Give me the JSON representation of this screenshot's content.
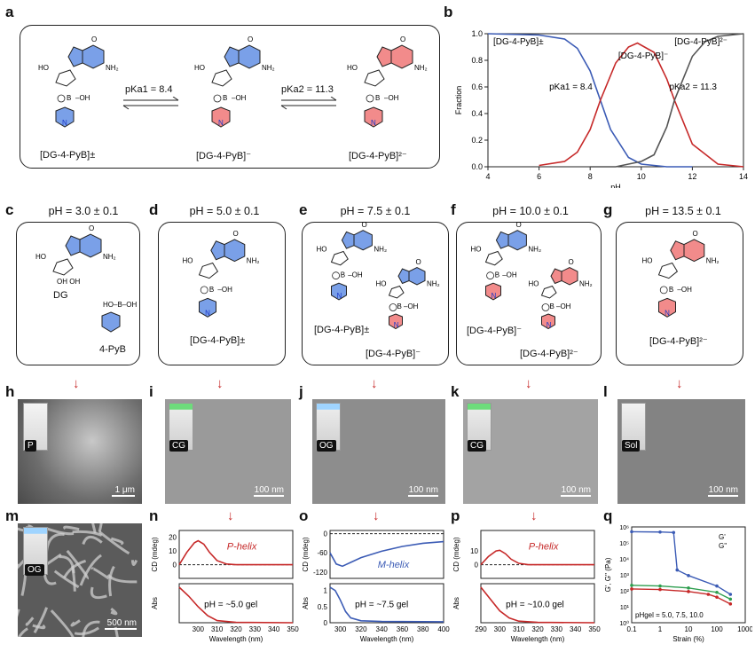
{
  "panel_labels": {
    "a": "a",
    "b": "b",
    "c": "c",
    "d": "d",
    "e": "e",
    "f": "f",
    "g": "g",
    "h": "h",
    "i": "i",
    "j": "j",
    "k": "k",
    "l": "l",
    "m": "m",
    "n": "n",
    "o": "o",
    "p": "p",
    "q": "q"
  },
  "scheme_a": {
    "species": [
      "[DG-4-PyB]±",
      "[DG-4-PyB]⁻",
      "[DG-4-PyB]²⁻"
    ],
    "pka1": "pKa1 = 8.4",
    "pka2": "pKa2 = 11.3"
  },
  "chart_b": {
    "xlabel": "pH",
    "ylabel": "Fraction",
    "xticks": [
      "4",
      "6",
      "8",
      "10",
      "12",
      "14"
    ],
    "yticks": [
      "0.0",
      "0.2",
      "0.4",
      "0.6",
      "0.8",
      "1.0"
    ],
    "labels": {
      "zwitter": "[DG-4-PyB]±",
      "mono": "[DG-4-PyB]⁻",
      "di": "[DG-4-PyB]²⁻",
      "pka1": "pKa1 = 8.4",
      "pka2": "pKa2 = 11.3"
    }
  },
  "ph_titles": [
    "pH = 3.0 ± 0.1",
    "pH = 5.0 ± 0.1",
    "pH = 7.5 ± 0.1",
    "pH = 10.0 ± 0.1",
    "pH = 13.5 ± 0.1"
  ],
  "species_labels": {
    "c": [
      "DG",
      "4-PyB"
    ],
    "d": [
      "[DG-4-PyB]±"
    ],
    "e": [
      "[DG-4-PyB]±",
      "[DG-4-PyB]⁻"
    ],
    "f": [
      "[DG-4-PyB]⁻",
      "[DG-4-PyB]²⁻"
    ],
    "g": [
      "[DG-4-PyB]²⁻"
    ]
  },
  "images": {
    "h": {
      "vial": "P",
      "scale": "1 μm"
    },
    "i": {
      "vial": "CG",
      "scale": "100 nm"
    },
    "j": {
      "vial": "OG",
      "scale": "100 nm"
    },
    "k": {
      "vial": "CG",
      "scale": "100 nm"
    },
    "l": {
      "vial": "Sol",
      "scale": "100 nm"
    },
    "m": {
      "vial": "OG",
      "scale": "500 nm"
    }
  },
  "colors": {
    "red": "#c62828",
    "blue": "#3b5bb5",
    "gray": "#555555"
  },
  "chart_data": [
    {
      "type": "line",
      "panel": "b",
      "xlabel": "pH",
      "ylabel": "Fraction",
      "xlim": [
        4,
        14
      ],
      "ylim": [
        0,
        1.0
      ],
      "series": [
        {
          "name": "[DG-4-PyB]±",
          "x": [
            4,
            6,
            7,
            7.5,
            8,
            8.4,
            8.8,
            9.5,
            10,
            11,
            12
          ],
          "y": [
            1.0,
            0.99,
            0.96,
            0.89,
            0.72,
            0.5,
            0.28,
            0.07,
            0.02,
            0.0,
            0.0
          ]
        },
        {
          "name": "[DG-4-PyB]⁻",
          "x": [
            6,
            7,
            7.5,
            8,
            8.4,
            9,
            9.5,
            9.85,
            10.5,
            11,
            11.3,
            12,
            13,
            14
          ],
          "y": [
            0.01,
            0.04,
            0.11,
            0.28,
            0.5,
            0.78,
            0.9,
            0.93,
            0.86,
            0.66,
            0.5,
            0.17,
            0.02,
            0.0
          ]
        },
        {
          "name": "[DG-4-PyB]²⁻",
          "x": [
            8,
            9,
            10,
            10.5,
            11,
            11.3,
            12,
            12.5,
            13,
            14
          ],
          "y": [
            0.0,
            0.0,
            0.04,
            0.09,
            0.3,
            0.5,
            0.83,
            0.94,
            0.98,
            1.0
          ]
        }
      ]
    },
    {
      "type": "line",
      "panel": "n",
      "xlabel": "Wavelength (nm)",
      "xlim": [
        290,
        350
      ],
      "top": {
        "ylabel": "CD (mdeg)",
        "ylim": [
          -10,
          25
        ],
        "yticks": [
          0,
          10,
          20
        ],
        "label": "P-helix",
        "x": [
          290,
          294,
          298,
          300,
          303,
          306,
          310,
          315,
          320,
          350
        ],
        "y": [
          0,
          9,
          16,
          17.5,
          15,
          9,
          3,
          0.5,
          0,
          0
        ]
      },
      "bottom": {
        "ylabel": "Abs",
        "label": "pH = ~5.0 gel",
        "x": [
          290,
          295,
          300,
          305,
          310,
          320,
          350
        ],
        "y": [
          1.0,
          0.75,
          0.45,
          0.2,
          0.06,
          0.01,
          0.0
        ]
      }
    },
    {
      "type": "line",
      "panel": "o",
      "xlabel": "Wavelength (nm)",
      "xlim": [
        290,
        400
      ],
      "top": {
        "ylabel": "CD (mdeg)",
        "ylim": [
          -140,
          10
        ],
        "yticks": [
          0,
          -60,
          -120
        ],
        "label": "M-helix",
        "x": [
          290,
          296,
          302,
          310,
          320,
          340,
          360,
          380,
          400
        ],
        "y": [
          -60,
          -95,
          -102,
          -90,
          -75,
          -55,
          -40,
          -30,
          -25
        ]
      },
      "bottom": {
        "ylabel": "Abs",
        "yticks": [
          0.0,
          0.5,
          1.0
        ],
        "label": "pH = ~7.5 gel",
        "x": [
          290,
          295,
          300,
          305,
          310,
          320,
          340,
          400
        ],
        "y": [
          1.1,
          1.0,
          0.7,
          0.35,
          0.15,
          0.06,
          0.04,
          0.03
        ]
      }
    },
    {
      "type": "line",
      "panel": "p",
      "xlabel": "Wavelength (nm)",
      "xlim": [
        290,
        350
      ],
      "top": {
        "ylabel": "CD (mdeg)",
        "ylim": [
          -10,
          25
        ],
        "yticks": [
          0,
          10
        ],
        "label": "P-helix",
        "x": [
          290,
          294,
          298,
          300,
          303,
          306,
          310,
          315,
          320,
          350
        ],
        "y": [
          0,
          6,
          10,
          10.5,
          8,
          4,
          1,
          0,
          0,
          0
        ]
      },
      "bottom": {
        "ylabel": "Abs",
        "label": "pH = ~10.0 gel",
        "x": [
          290,
          295,
          300,
          305,
          310,
          320,
          350
        ],
        "y": [
          0.9,
          0.6,
          0.3,
          0.12,
          0.04,
          0.01,
          0.0
        ]
      }
    },
    {
      "type": "scatter",
      "panel": "q",
      "xlabel": "Strain (%)",
      "ylabel": "G', G'' (Pa)",
      "xscale": "log",
      "yscale": "log",
      "xlim": [
        0.1,
        1000
      ],
      "ylim": [
        1,
        1000000
      ],
      "legend": [
        "G'",
        "G''"
      ],
      "xticks": [
        "0.1",
        "1",
        "10",
        "100",
        "1000"
      ],
      "yticks": [
        "10⁰",
        "10¹",
        "10²",
        "10³",
        "10⁴",
        "10⁵",
        "10⁶"
      ],
      "annotation": "pHgel = 5.0, 7.5, 10.0",
      "series": [
        {
          "name": "pH 5.0 G'",
          "x": [
            0.1,
            1,
            10,
            50,
            100,
            300
          ],
          "y": [
            130,
            120,
            90,
            60,
            40,
            15
          ]
        },
        {
          "name": "pH 7.5 G'",
          "x": [
            0.1,
            1,
            3,
            4,
            10,
            100,
            300
          ],
          "y": [
            500000,
            480000,
            450000,
            2000,
            900,
            200,
            60
          ]
        },
        {
          "name": "pH 10.0 G'",
          "x": [
            0.1,
            1,
            10,
            100,
            300
          ],
          "y": [
            220,
            200,
            150,
            80,
            30
          ]
        }
      ]
    }
  ]
}
